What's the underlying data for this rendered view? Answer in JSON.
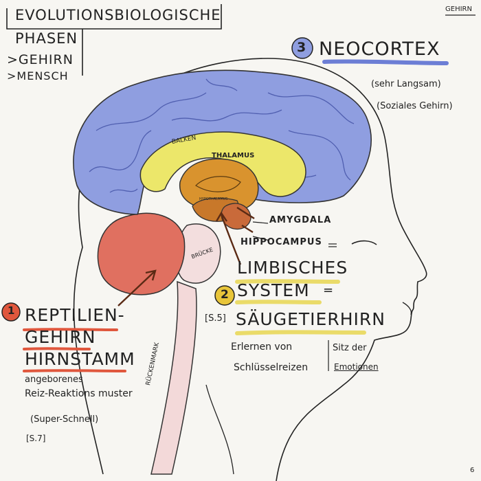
{
  "header": {
    "title_line1": "EVOLUTIONSBIOLOGISCHE",
    "title_line2": "PHASEN",
    "title_line3": ">GEHIRN",
    "title_line4": ">MENSCH",
    "corner_tag": "GEHIRN",
    "page_number": "6"
  },
  "neocortex": {
    "number": "3",
    "title": "NEOCORTEX",
    "note1": "(sehr Langsam)",
    "note2": "(Soziales Gehirn)"
  },
  "inner_labels": {
    "balken": "BALKEN",
    "thalamus": "THALAMUS",
    "hypothalamus": "HYPOTHALAMUS",
    "bruecke": "BRÜCKE",
    "rueckenmark": "RÜCKENMARK"
  },
  "limbic": {
    "amygdala": "AMYGDALA",
    "hippocampus": "HIPPOCAMPUS",
    "title_line1": "LIMBISCHES",
    "number": "2",
    "title_line2": "SYSTEM",
    "equals": "=",
    "ref": "[S.5]",
    "title_line3": "SÄUGETIERHIRN",
    "note_left_line1": "Erlernen von",
    "note_left_line2": "Schlüsselreizen",
    "note_right_line1": "Sitz der",
    "note_right_line2": "Emotionen"
  },
  "reptile": {
    "number": "1",
    "line1": "REPTILIEN-",
    "line2": "GEHIRN",
    "line3": "HIRNSTAMM",
    "note1": "angeborenes",
    "note2": "Reiz-Reaktions muster",
    "note3": "(Super-Schnell)",
    "ref": "[S.7]"
  },
  "colors": {
    "neocortex_blue": "#8f9ee0",
    "balken_yellow": "#ece76a",
    "thalamus_orange": "#d9932e",
    "reptile_red": "#e07060",
    "limbic_yellow": "#e8d85a",
    "underline_red": "#e0573d",
    "ink": "#222222"
  }
}
